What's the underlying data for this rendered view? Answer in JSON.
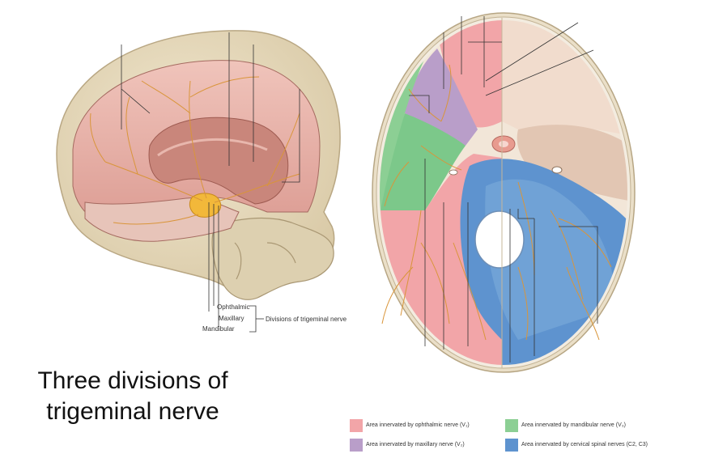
{
  "caption": {
    "line1": "Three divisions of",
    "line2": "trigeminal nerve"
  },
  "left_figure": {
    "labels": {
      "ophthalmic": "Ophthalmic",
      "maxillary": "Maxillary",
      "mandibular": "Mandibular",
      "group": "Divisions of trigeminal nerve"
    }
  },
  "legend": {
    "items": [
      {
        "label": "Area innervated by ophthalmic nerve (V₁)",
        "color": "#f2a5a8"
      },
      {
        "label": "Area innervated by maxillary nerve (V₂)",
        "color": "#b99ec9"
      },
      {
        "label": "Area innervated by mandibular nerve (V₃)",
        "color": "#8ccf94"
      },
      {
        "label": "Area innervated by cervical spinal nerves (C2, C3)",
        "color": "#5e93cf"
      }
    ]
  },
  "colors": {
    "bone": "#e8dcc2",
    "dura": "#e9b3a8",
    "nerve": "#d9953a",
    "ganglion": "#f2b83a"
  }
}
